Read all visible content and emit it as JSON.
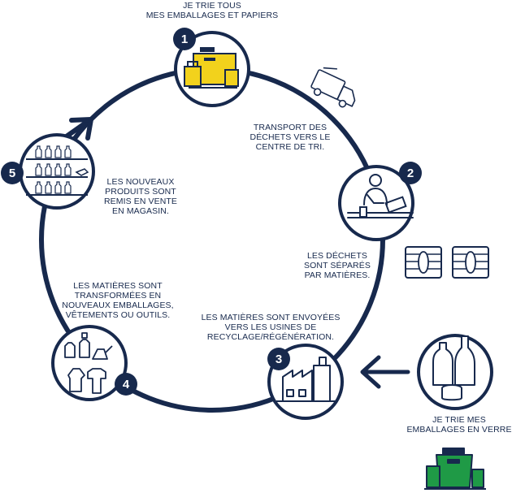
{
  "colors": {
    "navy": "#17294d",
    "yellow": "#f2d21c",
    "green": "#1f9a46",
    "white": "#ffffff"
  },
  "steps": [
    {
      "number": "1",
      "text_lines": [
        "JE TRIE TOUS",
        "MES EMBALLAGES ET PAPIERS"
      ],
      "icon": "yellow-bin-icon"
    },
    {
      "number": "2",
      "text_lines": [
        "LES DÉCHETS",
        "SONT SÉPARÉS",
        "PAR MATIÈRES."
      ],
      "icon": "sorting-worker-icon"
    },
    {
      "number": "3",
      "text_lines": [
        "LES MATIÈRES SONT ENVOYÉES",
        "VERS LES USINES DE",
        "RECYCLAGE/RÉGÉNÉRATION."
      ],
      "icon": "factory-icon"
    },
    {
      "number": "4",
      "text_lines": [
        "LES MATIÈRES SONT",
        "TRANSFORMÉES EN",
        "NOUVEAUX EMBALLAGES,",
        "VÊTEMENTS OU OUTILS."
      ],
      "icon": "new-products-icon"
    },
    {
      "number": "5",
      "text_lines": [
        "LES NOUVEAUX",
        "PRODUITS SONT",
        "REMIS EN VENTE",
        "EN MAGASIN."
      ],
      "icon": "store-shelves-icon"
    }
  ],
  "transport": {
    "text_lines": [
      "TRANSPORT DES",
      "DÉCHETS VERS LE",
      "CENTRE DE TRI."
    ],
    "icon": "truck-icon"
  },
  "glass": {
    "text_lines": [
      "JE TRIE MES",
      "EMBALLAGES EN VERRE"
    ],
    "icon": "glass-bottles-icon",
    "bin_icon": "green-bin-icon"
  },
  "bales_icon": "material-bales-icon"
}
